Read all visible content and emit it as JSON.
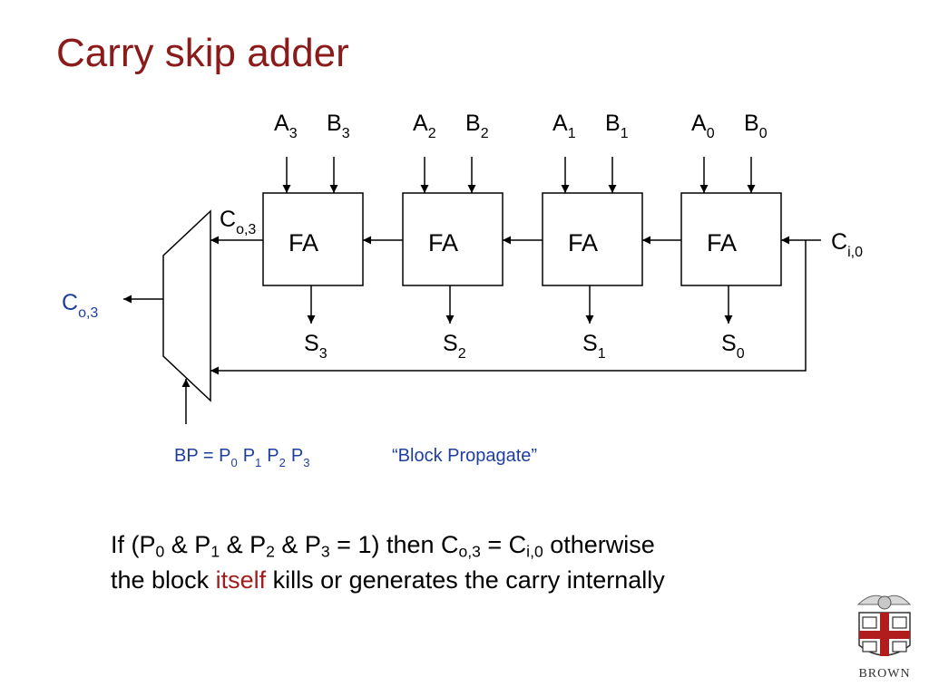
{
  "slide": {
    "title": "Carry skip adder",
    "colors": {
      "title": "#8b1a1a",
      "annotation": "#1f3fa0",
      "highlight": "#a11d1d",
      "line": "#000000"
    }
  },
  "diagram": {
    "inputs": [
      {
        "a_base": "A",
        "a_sub": "3",
        "b_base": "B",
        "b_sub": "3"
      },
      {
        "a_base": "A",
        "a_sub": "2",
        "b_base": "B",
        "b_sub": "2"
      },
      {
        "a_base": "A",
        "a_sub": "1",
        "b_base": "B",
        "b_sub": "1"
      },
      {
        "a_base": "A",
        "a_sub": "0",
        "b_base": "B",
        "b_sub": "0"
      }
    ],
    "blocks": [
      {
        "label": "FA",
        "sum_base": "S",
        "sum_sub": "3"
      },
      {
        "label": "FA",
        "sum_base": "S",
        "sum_sub": "2"
      },
      {
        "label": "FA",
        "sum_base": "S",
        "sum_sub": "1"
      },
      {
        "label": "FA",
        "sum_base": "S",
        "sum_sub": "0"
      }
    ],
    "carry_out_internal": {
      "base": "C",
      "sub": "o,3"
    },
    "carry_in": {
      "base": "C",
      "sub": "i,0"
    },
    "carry_out": {
      "base": "C",
      "sub": "o,3"
    },
    "bp_label": {
      "prefix": "BP = ",
      "terms": [
        {
          "base": "P",
          "sub": "0"
        },
        {
          "base": "P",
          "sub": "1"
        },
        {
          "base": "P",
          "sub": "2"
        },
        {
          "base": "P",
          "sub": "3"
        }
      ],
      "note": "“Block Propagate”"
    }
  },
  "body": {
    "line1": {
      "t1": "If (P",
      "s1": "0",
      "t2": " & P",
      "s2": "1",
      "t3": " & P",
      "s3": "2",
      "t4": " & P",
      "s4": "3",
      "t5": " = 1) then C",
      "s5": "o,3",
      "t6": " = C",
      "s6": "i,0",
      "t7": " otherwise"
    },
    "line2": {
      "before": "the block ",
      "highlight": "itself",
      "after": " kills or generates the carry internally"
    }
  },
  "logo": {
    "text": "BROWN"
  }
}
